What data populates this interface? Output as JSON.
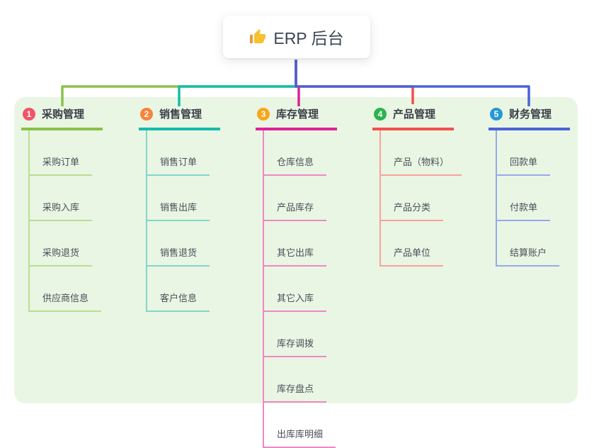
{
  "root": {
    "label": "ERP 后台",
    "icon": "thumbs-up-icon"
  },
  "colors": {
    "canvas_bg": "#ffffff",
    "panel_bg": "#e9f6e3",
    "root_text": "#3d4656",
    "thumb_hand": "#f6c02e",
    "thumb_cuff": "#e59b3c"
  },
  "branches": [
    {
      "number": "1",
      "title": "采购管理",
      "colors": {
        "badge": "#f35367",
        "main": "#8ac24a",
        "light": "#bade92"
      },
      "children": [
        "采购订单",
        "采购入库",
        "采购退货",
        "供应商信息"
      ]
    },
    {
      "number": "2",
      "title": "销售管理",
      "colors": {
        "badge": "#f8833b",
        "main": "#16bcab",
        "light": "#84d6cb"
      },
      "children": [
        "销售订单",
        "销售出库",
        "销售退货",
        "客户信息"
      ]
    },
    {
      "number": "3",
      "title": "库存管理",
      "colors": {
        "badge": "#f9a61a",
        "main": "#df2396",
        "light": "#ef87c5"
      },
      "children": [
        "仓库信息",
        "产品库存",
        "其它出库",
        "其它入库",
        "库存调拨",
        "库存盘点",
        "出库库明细"
      ]
    },
    {
      "number": "4",
      "title": "产品管理",
      "colors": {
        "badge": "#2cb34e",
        "main": "#f2504b",
        "light": "#f7a29b"
      },
      "children": [
        "产品（物料）",
        "产品分类",
        "产品单位"
      ]
    },
    {
      "number": "5",
      "title": "财务管理",
      "colors": {
        "badge": "#2598d5",
        "main": "#4a63d8",
        "light": "#96a9e8"
      },
      "children": [
        "回款单",
        "付款单",
        "结算账户"
      ]
    }
  ]
}
